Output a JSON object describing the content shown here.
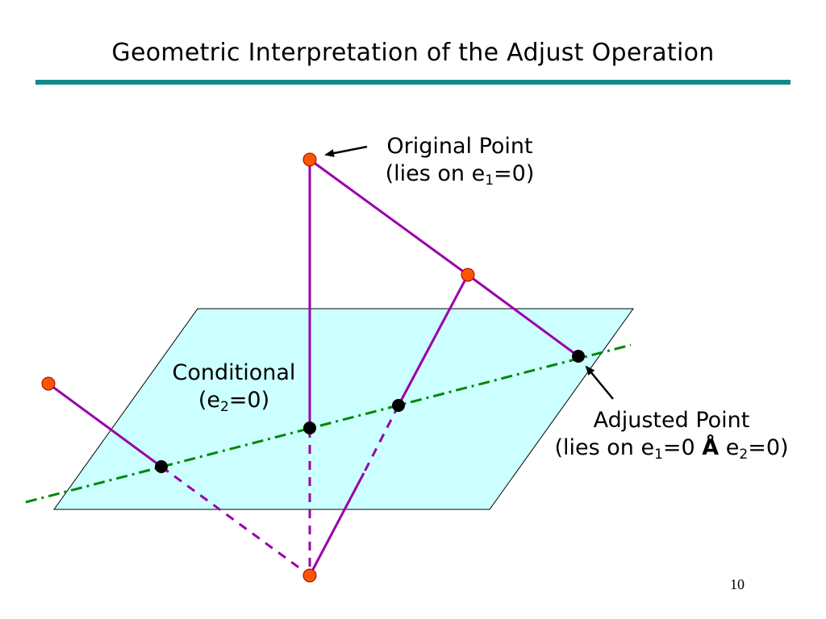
{
  "title": "Geometric Interpretation of the Adjust Operation",
  "page_number": "10",
  "labels": {
    "original": {
      "line1": "Original Point",
      "pre": "(lies on e",
      "sub": "1",
      "post": "=0)"
    },
    "conditional": {
      "line1": "Conditional",
      "pre": "(e",
      "sub": "2",
      "post": "=0)"
    },
    "adjusted": {
      "line1": "Adjusted Point",
      "pre": "(lies on e",
      "sub1": "1",
      "mid": "=0 ",
      "symbol": "Å",
      "mid2": " e",
      "sub2": "2",
      "post": "=0)"
    }
  },
  "colors": {
    "plane_fill": "#ccffff",
    "line": "#9900aa",
    "dashdot": "#008800",
    "original_point": "#ff5500",
    "adjusted_point": "#000000",
    "rule": "#128a8a"
  }
}
